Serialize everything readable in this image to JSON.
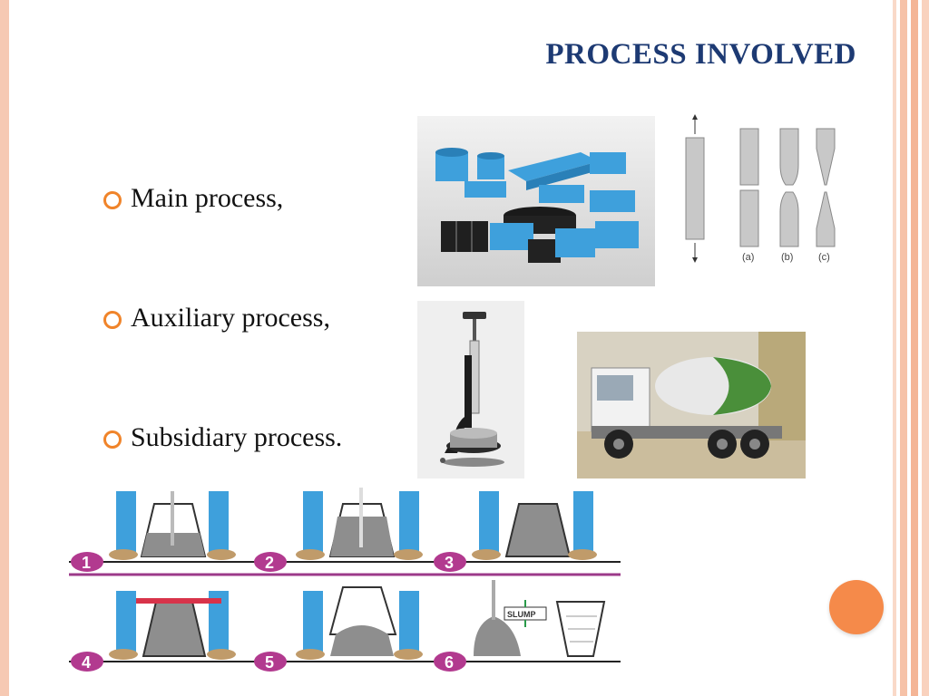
{
  "slide": {
    "title": "PROCESS INVOLVED",
    "bullets": [
      {
        "label": "Main process,"
      },
      {
        "label": "Auxiliary process,"
      },
      {
        "label": "Subsidiary process."
      }
    ]
  },
  "figures": {
    "tensile_labels": [
      "(a)",
      "(b)",
      "(c)"
    ],
    "slump_steps": [
      "1",
      "2",
      "3",
      "4",
      "5",
      "6"
    ],
    "slump_label": "SLUMP"
  },
  "colors": {
    "title": "#1d3a73",
    "bullet_ring": "#f0842a",
    "accent_circle": "#f58a4a",
    "mould_blue": "#3ea0dc"
  }
}
